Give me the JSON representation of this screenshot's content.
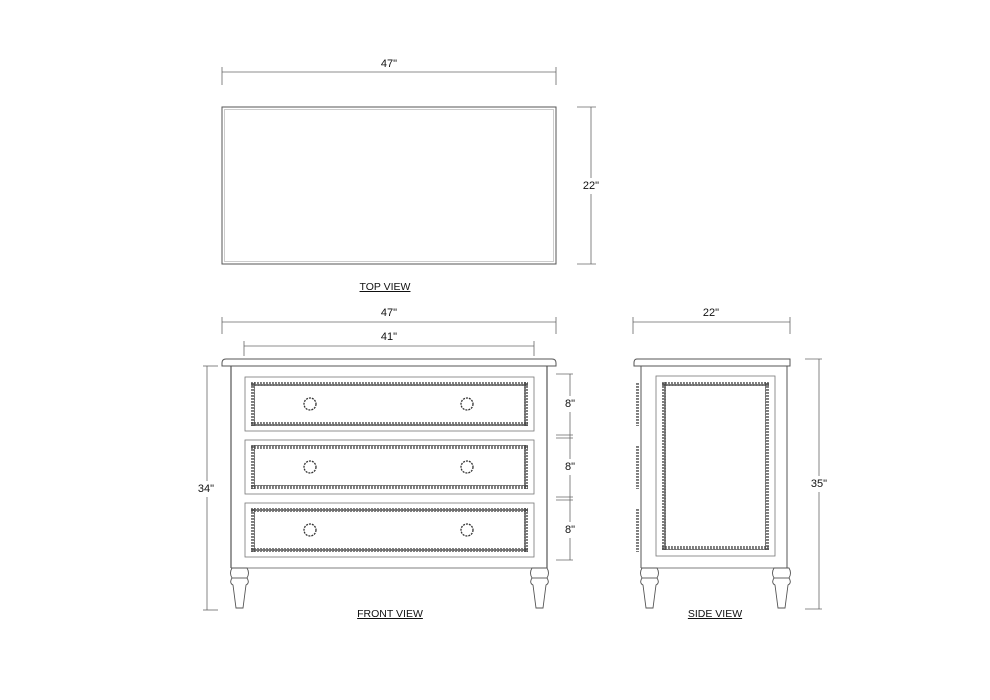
{
  "colors": {
    "line": "#555555",
    "dim_line": "#666666",
    "bead": "#444444",
    "text": "#111111"
  },
  "top_view": {
    "title": "TOP VIEW",
    "width_label": "47\"",
    "depth_label": "22\""
  },
  "front_view": {
    "title": "FRONT VIEW",
    "overall_width_label": "47\"",
    "inner_width_label": "41\"",
    "height_label": "34\"",
    "drawers": [
      {
        "height_label": "8\"",
        "pulls": 2
      },
      {
        "height_label": "8\"",
        "pulls": 2
      },
      {
        "height_label": "8\"",
        "pulls": 2
      }
    ]
  },
  "side_view": {
    "title": "SIDE VIEW",
    "depth_label": "22\"",
    "height_label": "35\""
  }
}
